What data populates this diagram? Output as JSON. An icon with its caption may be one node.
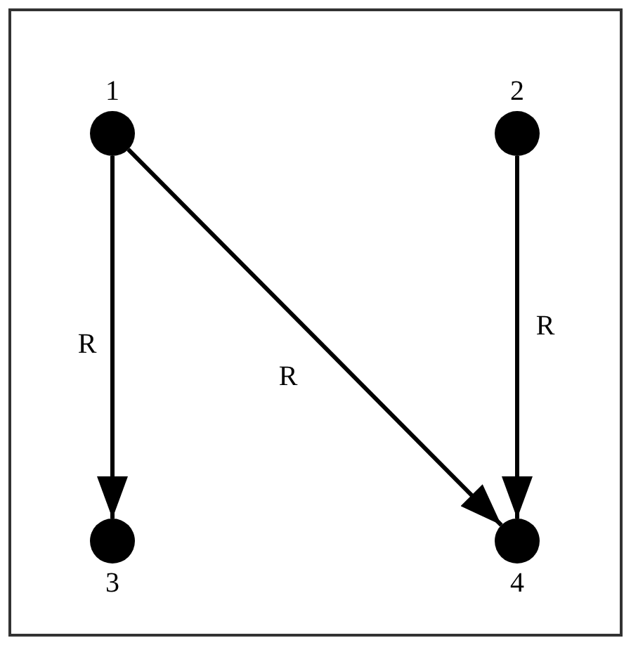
{
  "diagram": {
    "nodes": [
      {
        "text": [
          "1"
        ]
      },
      {
        "text": [
          "2"
        ]
      },
      {
        "text": [
          "3"
        ]
      },
      {
        "text": [
          "4"
        ]
      }
    ],
    "edges": [
      {
        "from": 0,
        "to": 2,
        "arrow": "to",
        "label": "R"
      },
      {
        "from": 0,
        "to": 3,
        "arrow": "to",
        "label": "R"
      },
      {
        "from": 1,
        "to": 3,
        "arrow": "to",
        "label": "R"
      }
    ]
  }
}
